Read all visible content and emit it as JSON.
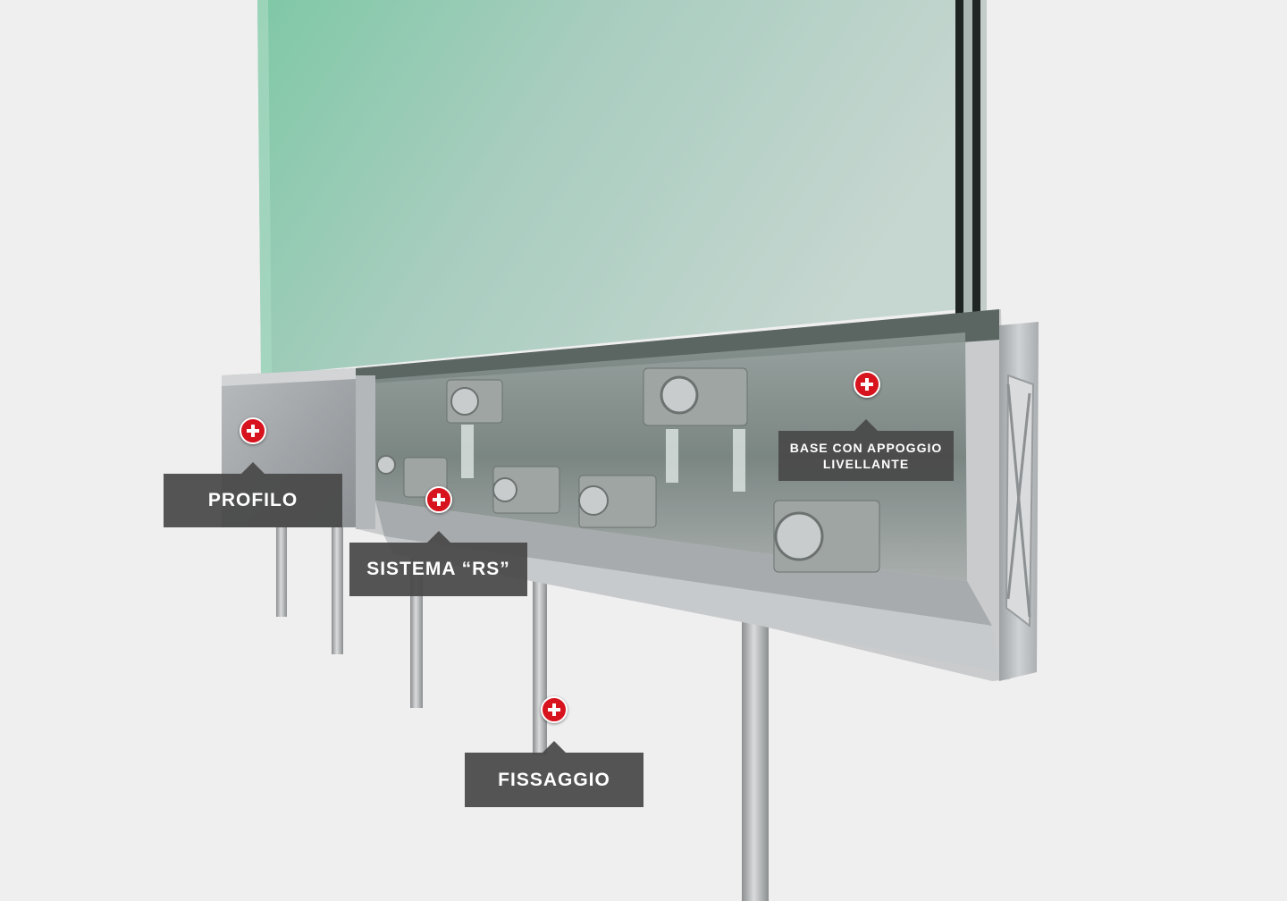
{
  "callouts": {
    "profilo": "PROFILO",
    "sistema_rs": "SISTEMA “RS”",
    "fissaggio": "FISSAGGIO",
    "base_line1": "BASE CON APPOGGIO",
    "base_line2": "LIVELLANTE"
  },
  "colors": {
    "background": "#efefef",
    "hotspot": "#d7131e",
    "callout_background": "#484848",
    "glass_tint": "#7fc8a6",
    "aluminium": "#b9bcbf"
  },
  "icons": {
    "hotspot": "plus-icon"
  }
}
